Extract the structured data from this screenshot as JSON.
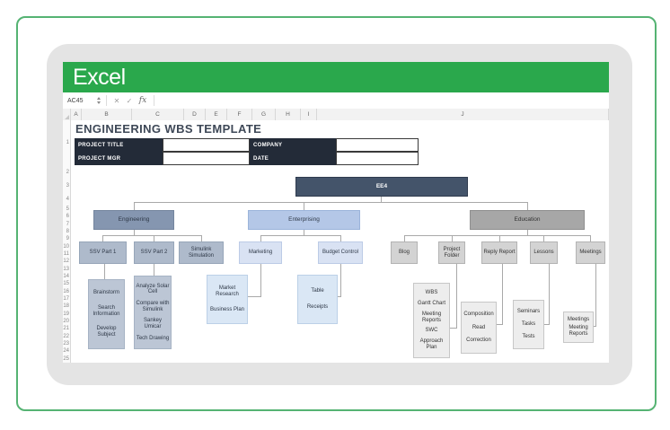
{
  "device": {
    "frame_border_color": "#55B373",
    "screen_bezel_color": "#E4E4E4"
  },
  "app": {
    "brand": "Excel",
    "titlebar_color": "#2AA84C",
    "name_box": "AC45",
    "icons": {
      "name_box_spinner": "up-down-arrows",
      "cancel": "✕",
      "enter": "✓",
      "fx": "fx"
    }
  },
  "spreadsheet": {
    "columns": [
      "A",
      "B",
      "C",
      "D",
      "E",
      "F",
      "G",
      "H",
      "I",
      "J"
    ],
    "rows": [
      "1",
      "2",
      "3",
      "4",
      "5",
      "6",
      "7",
      "8",
      "9",
      "10",
      "11",
      "12",
      "13",
      "14",
      "15",
      "16",
      "17",
      "18",
      "19",
      "20",
      "21",
      "22",
      "23",
      "24",
      "25"
    ],
    "title": "ENGINEERING WBS TEMPLATE",
    "info_fields": [
      {
        "label": "PROJECT TITLE",
        "value": ""
      },
      {
        "label": "COMPANY",
        "value": ""
      },
      {
        "label": "PROJECT MGR",
        "value": ""
      },
      {
        "label": "DATE",
        "value": ""
      }
    ]
  },
  "wbs": {
    "root": {
      "label": "EE4",
      "fill": "#44546A"
    },
    "branches": [
      {
        "label": "Engineering",
        "fill": "#8596B0",
        "children": [
          {
            "label": "SSV Part 1",
            "items": [
              "Brainstorm",
              "Search Information",
              "Develop Subject"
            ]
          },
          {
            "label": "SSV Part 2",
            "items": [
              "Analyze Solar Cell",
              "Compare with Simulink",
              "Sankey Umicar",
              "Tech Drawing"
            ]
          },
          {
            "label": "Simulink Simulation",
            "items": []
          }
        ]
      },
      {
        "label": "Enterprising",
        "fill": "#B4C7E7",
        "children": [
          {
            "label": "Marketing",
            "items": [
              "Market Research",
              "Business Plan"
            ]
          },
          {
            "label": "Budget Control",
            "items": [
              "Table",
              "Receipts"
            ]
          }
        ]
      },
      {
        "label": "Education",
        "fill": "#A7A7A7",
        "children": [
          {
            "label": "Blog",
            "items": []
          },
          {
            "label": "Project Folder",
            "items": [
              "WBS",
              "Gantt Chart",
              "Meeting Reports",
              "SWC",
              "Approach Plan"
            ]
          },
          {
            "label": "Reply Report",
            "items": [
              "Composition",
              "Read",
              "Correction"
            ]
          },
          {
            "label": "Lessons",
            "items": [
              "Seminars",
              "Tasks",
              "Tests"
            ]
          },
          {
            "label": "Meetings",
            "items": [
              "Meetings",
              "Meeting Reports"
            ]
          }
        ]
      }
    ]
  }
}
